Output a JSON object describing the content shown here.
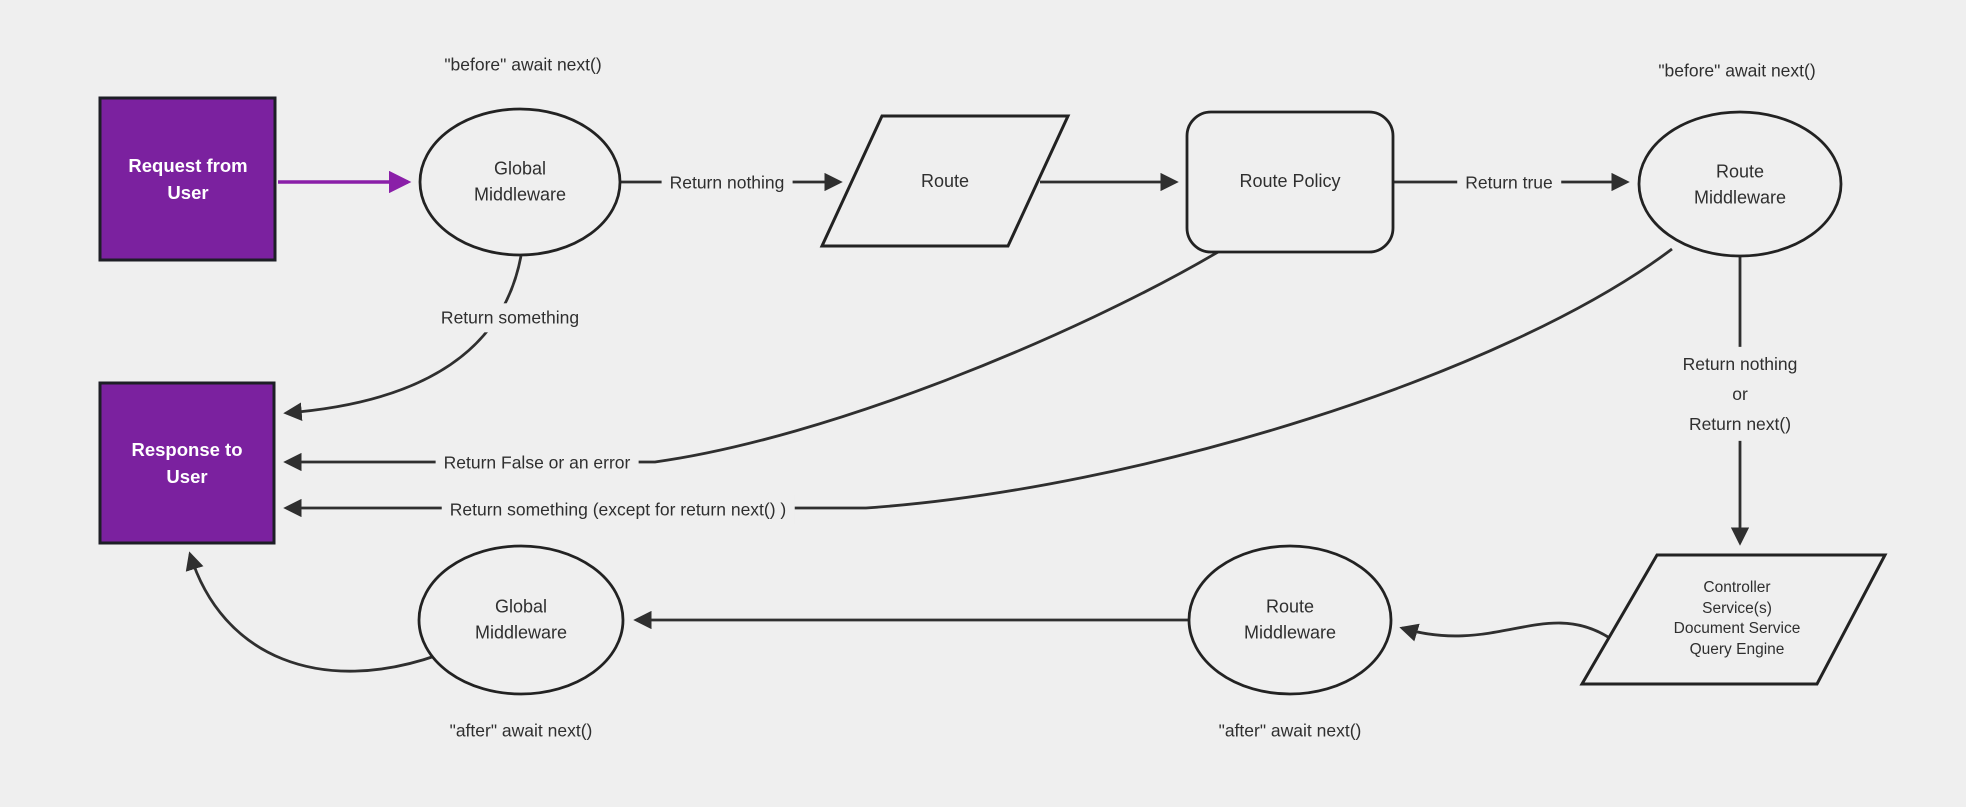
{
  "title": "Request lifecycle middleware flowchart",
  "colors": {
    "bg": "#efefef",
    "line": "#2f2f2f",
    "text": "#2f2f2f",
    "node_border": "#222222",
    "purple": "#7b219f",
    "purple_arrow": "#8a1fa8",
    "white_text": "#ffffff"
  },
  "nodes": {
    "request": {
      "label": "Request from\nUser"
    },
    "global_mw_top": {
      "label": "Global\nMiddleware"
    },
    "route": {
      "label": "Route"
    },
    "route_policy": {
      "label": "Route Policy"
    },
    "route_mw_top": {
      "label": "Route\nMiddleware"
    },
    "controller": {
      "label": "Controller\nService(s)\nDocument Service\nQuery Engine"
    },
    "route_mw_bottom": {
      "label": "Route\nMiddleware"
    },
    "global_mw_bottom": {
      "label": "Global\nMiddleware"
    },
    "response": {
      "label": "Response to\nUser"
    }
  },
  "edge_labels": {
    "before_left": "\"before\" await next()",
    "before_right": "\"before\" await next()",
    "return_nothing_top": "Return nothing",
    "return_true": "Return true",
    "return_something": "Return something",
    "return_false": "Return False or an error",
    "return_except": "Return something (except for return next() )",
    "return_nothing_or_next": "Return nothing\nor\nReturn next()",
    "after_left": "\"after\" await next()",
    "after_right": "\"after\" await next()"
  }
}
